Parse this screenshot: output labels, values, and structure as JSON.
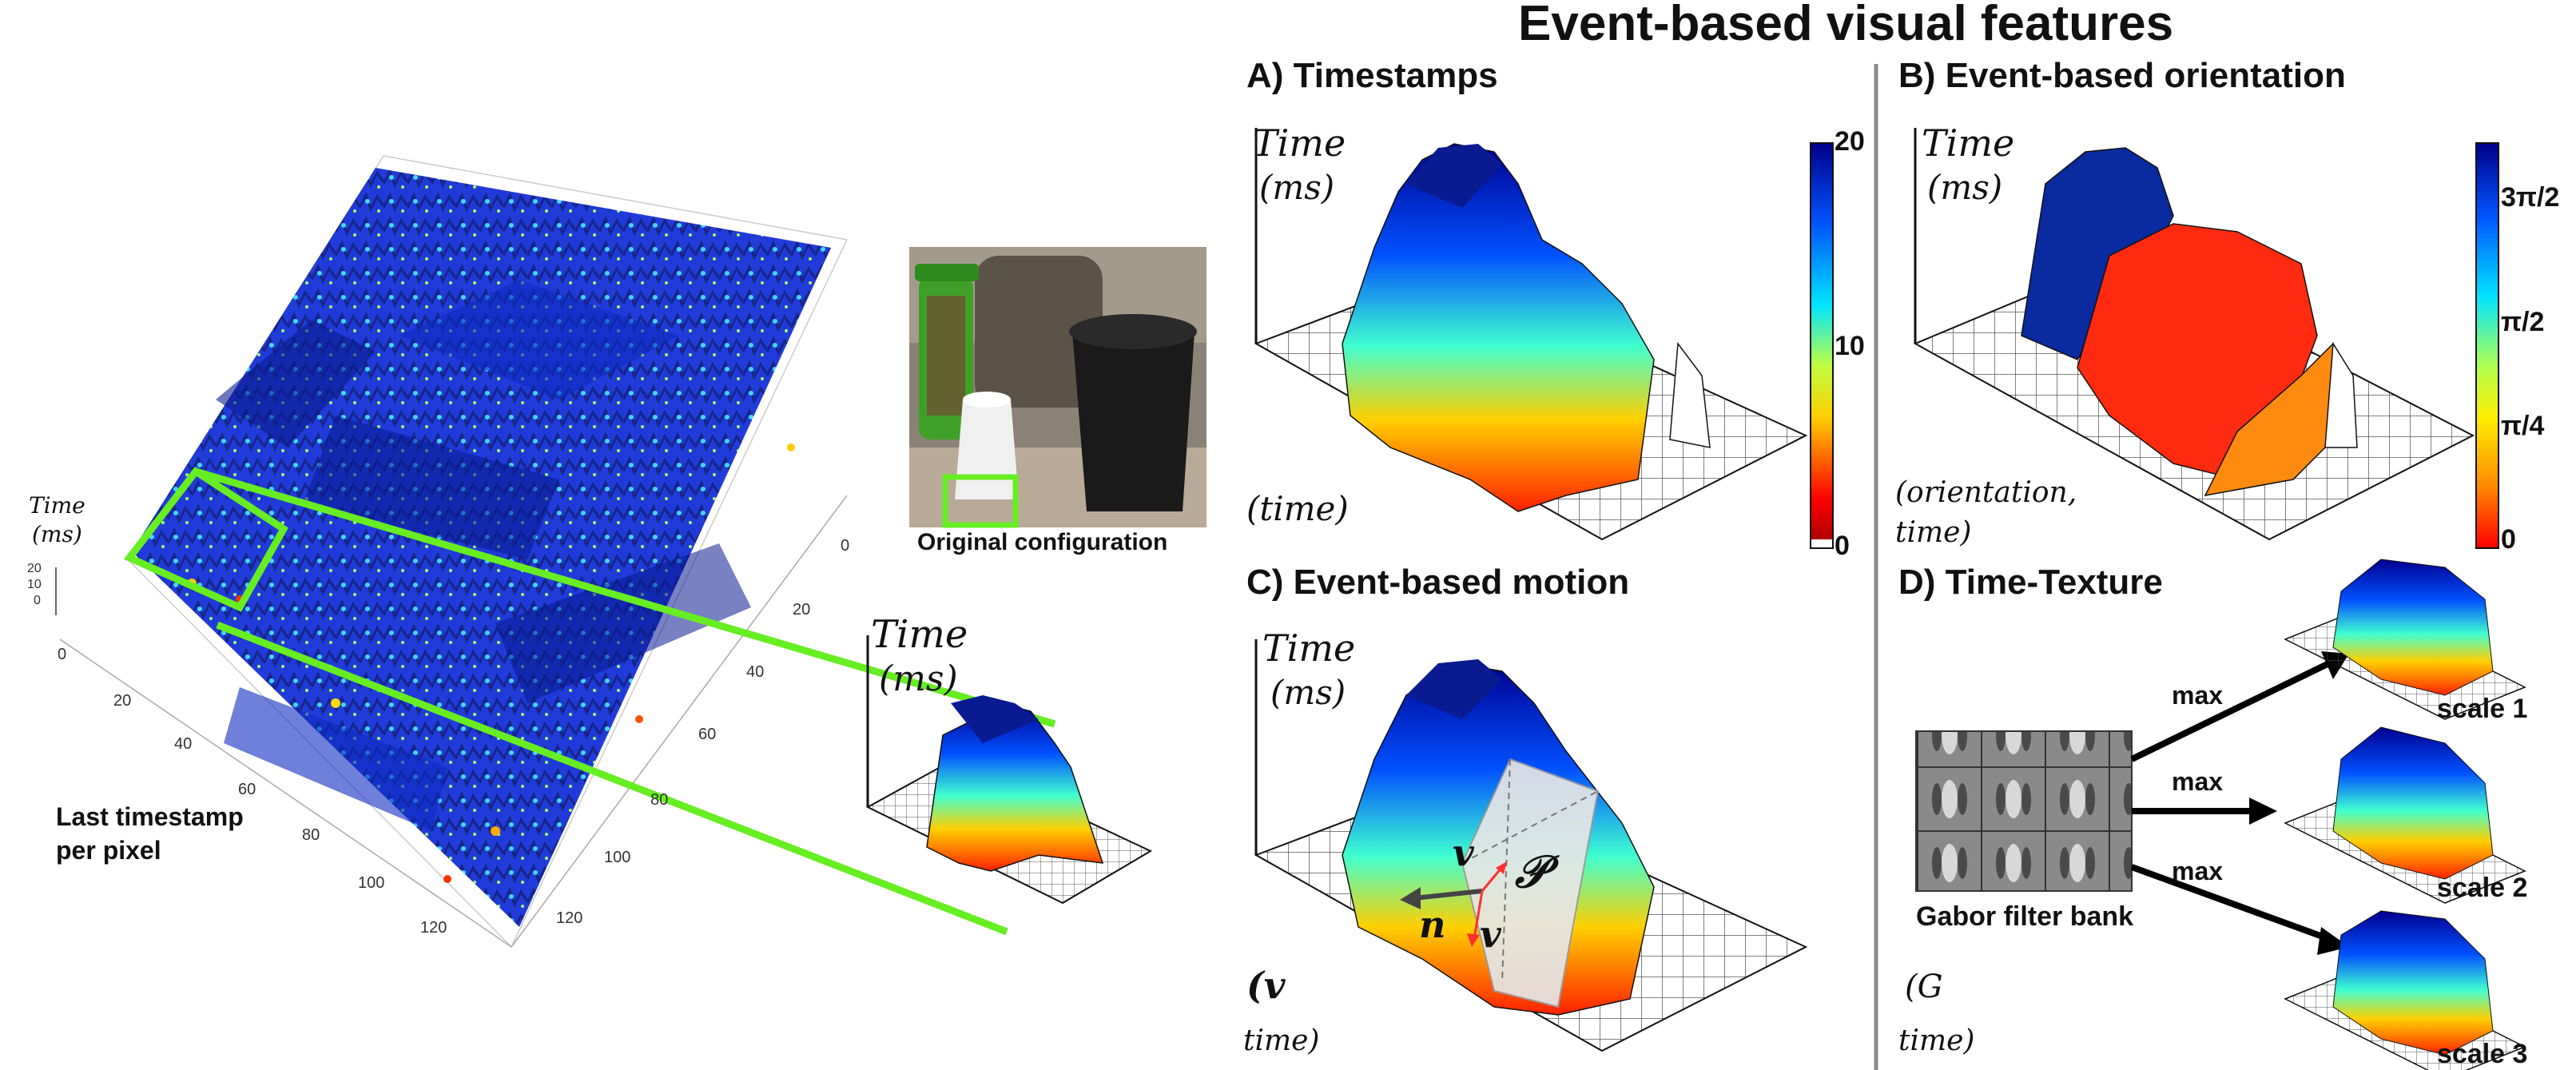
{
  "main_title": "Event-based visual features",
  "left": {
    "axis_time": "Time",
    "axis_ms": "(ms)",
    "z_ticks": [
      "20",
      "10",
      "0"
    ],
    "x_ticks": [
      "0",
      "20",
      "40",
      "60",
      "80",
      "100",
      "120"
    ],
    "y_ticks": [
      "0",
      "20",
      "40",
      "60",
      "80",
      "100",
      "120"
    ],
    "caption_line1": "Last timestamp",
    "caption_line2": "per pixel",
    "photo_caption": "Original configuration",
    "zoom_time": "Time",
    "zoom_ms": "(ms)"
  },
  "panel_a": {
    "title": "A) Timestamps",
    "axis_time": "Time",
    "axis_ms": "(ms)",
    "feature": "(time)",
    "colorbar_ticks": [
      "20",
      "10",
      "0"
    ]
  },
  "panel_b": {
    "title": "B) Event-based orientation",
    "axis_time": "Time",
    "axis_ms": "(ms)",
    "feature_line1": "(orientation,",
    "feature_line2": "time)",
    "colorbar_ticks": [
      "3π/2",
      "π/2",
      "π/4",
      "0"
    ]
  },
  "panel_c": {
    "title": "C) Event-based motion",
    "axis_time": "Time",
    "axis_ms": "(ms)",
    "plane": "𝒫",
    "normal": "n",
    "vx": "v",
    "vy": "v",
    "feature_line1": "(v",
    "feature_line2": "time)"
  },
  "panel_d": {
    "title": "D) Time-Texture",
    "bank_caption": "Gabor filter bank",
    "max_label": "max",
    "scales": [
      "scale 1",
      "scale 2",
      "scale 3"
    ],
    "feature_line1": "(G",
    "feature_line2": "time)"
  },
  "colors": {
    "accent_green": "#66ee22",
    "divider": "#888888",
    "arrow": "#000000"
  }
}
